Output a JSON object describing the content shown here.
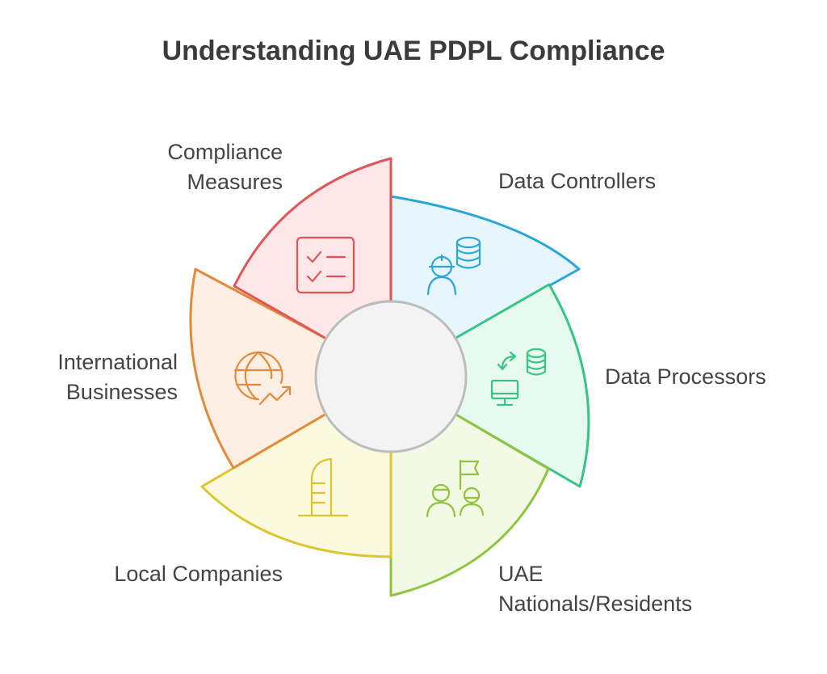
{
  "title": "Understanding UAE PDPL Compliance",
  "segments": [
    {
      "id": "data-controllers",
      "lines": [
        "Data Controllers"
      ],
      "icon": "controller-database-icon",
      "stroke": "#2aa7d8",
      "fill": "#e6f6fc"
    },
    {
      "id": "data-processors",
      "lines": [
        "Data Processors"
      ],
      "icon": "monitor-sync-database-icon",
      "stroke": "#35c585",
      "fill": "#e6faf0"
    },
    {
      "id": "uae-nationals-residents",
      "lines": [
        "UAE",
        "Nationals/Residents"
      ],
      "icon": "people-flag-icon",
      "stroke": "#90c43e",
      "fill": "#f2f9e4"
    },
    {
      "id": "local-companies",
      "lines": [
        "Local Companies"
      ],
      "icon": "building-icon",
      "stroke": "#dcc630",
      "fill": "#fdf9df"
    },
    {
      "id": "international-businesses",
      "lines": [
        "International",
        "Businesses"
      ],
      "icon": "globe-growth-icon",
      "stroke": "#e38a3a",
      "fill": "#fdefe3"
    },
    {
      "id": "compliance-measures",
      "lines": [
        "Compliance",
        "Measures"
      ],
      "icon": "checklist-icon",
      "stroke": "#e05656",
      "fill": "#fde7e8"
    }
  ],
  "center": {
    "fill": "#f3f3f3",
    "stroke": "#bdbdbd"
  }
}
